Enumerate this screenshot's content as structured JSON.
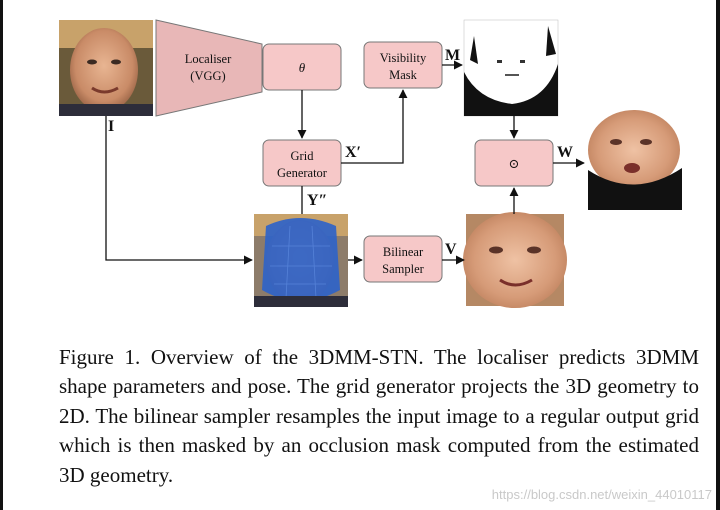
{
  "diagram": {
    "nodes": {
      "localiser": {
        "line1": "Localiser",
        "line2": "(VGG)"
      },
      "theta": {
        "label": "θ"
      },
      "visibility_mask": {
        "line1": "Visibility",
        "line2": "Mask"
      },
      "grid_generator": {
        "line1": "Grid",
        "line2": "Generator"
      },
      "bilinear_sampler": {
        "line1": "Bilinear",
        "line2": "Sampler"
      },
      "multiply": {
        "label": "⊙"
      }
    },
    "edge_labels": {
      "input": "I",
      "mask": "M",
      "projection": "X′",
      "geometry": "Y″",
      "sampled": "V",
      "output": "W"
    },
    "colors": {
      "box_fill": "#f6c8c8",
      "trapezoid_fill": "#e8b7b7",
      "mesh_overlay": "#2f63c8"
    }
  },
  "caption": "Figure 1. Overview of the 3DMM-STN. The localiser predicts 3DMM shape parameters and pose. The grid generator projects the 3D geometry to 2D. The bilinear sampler resamples the input image to a regular output grid which is then masked by an occlusion mask computed from the estimated 3D geometry.",
  "watermark": "https://blog.csdn.net/weixin_44010117"
}
